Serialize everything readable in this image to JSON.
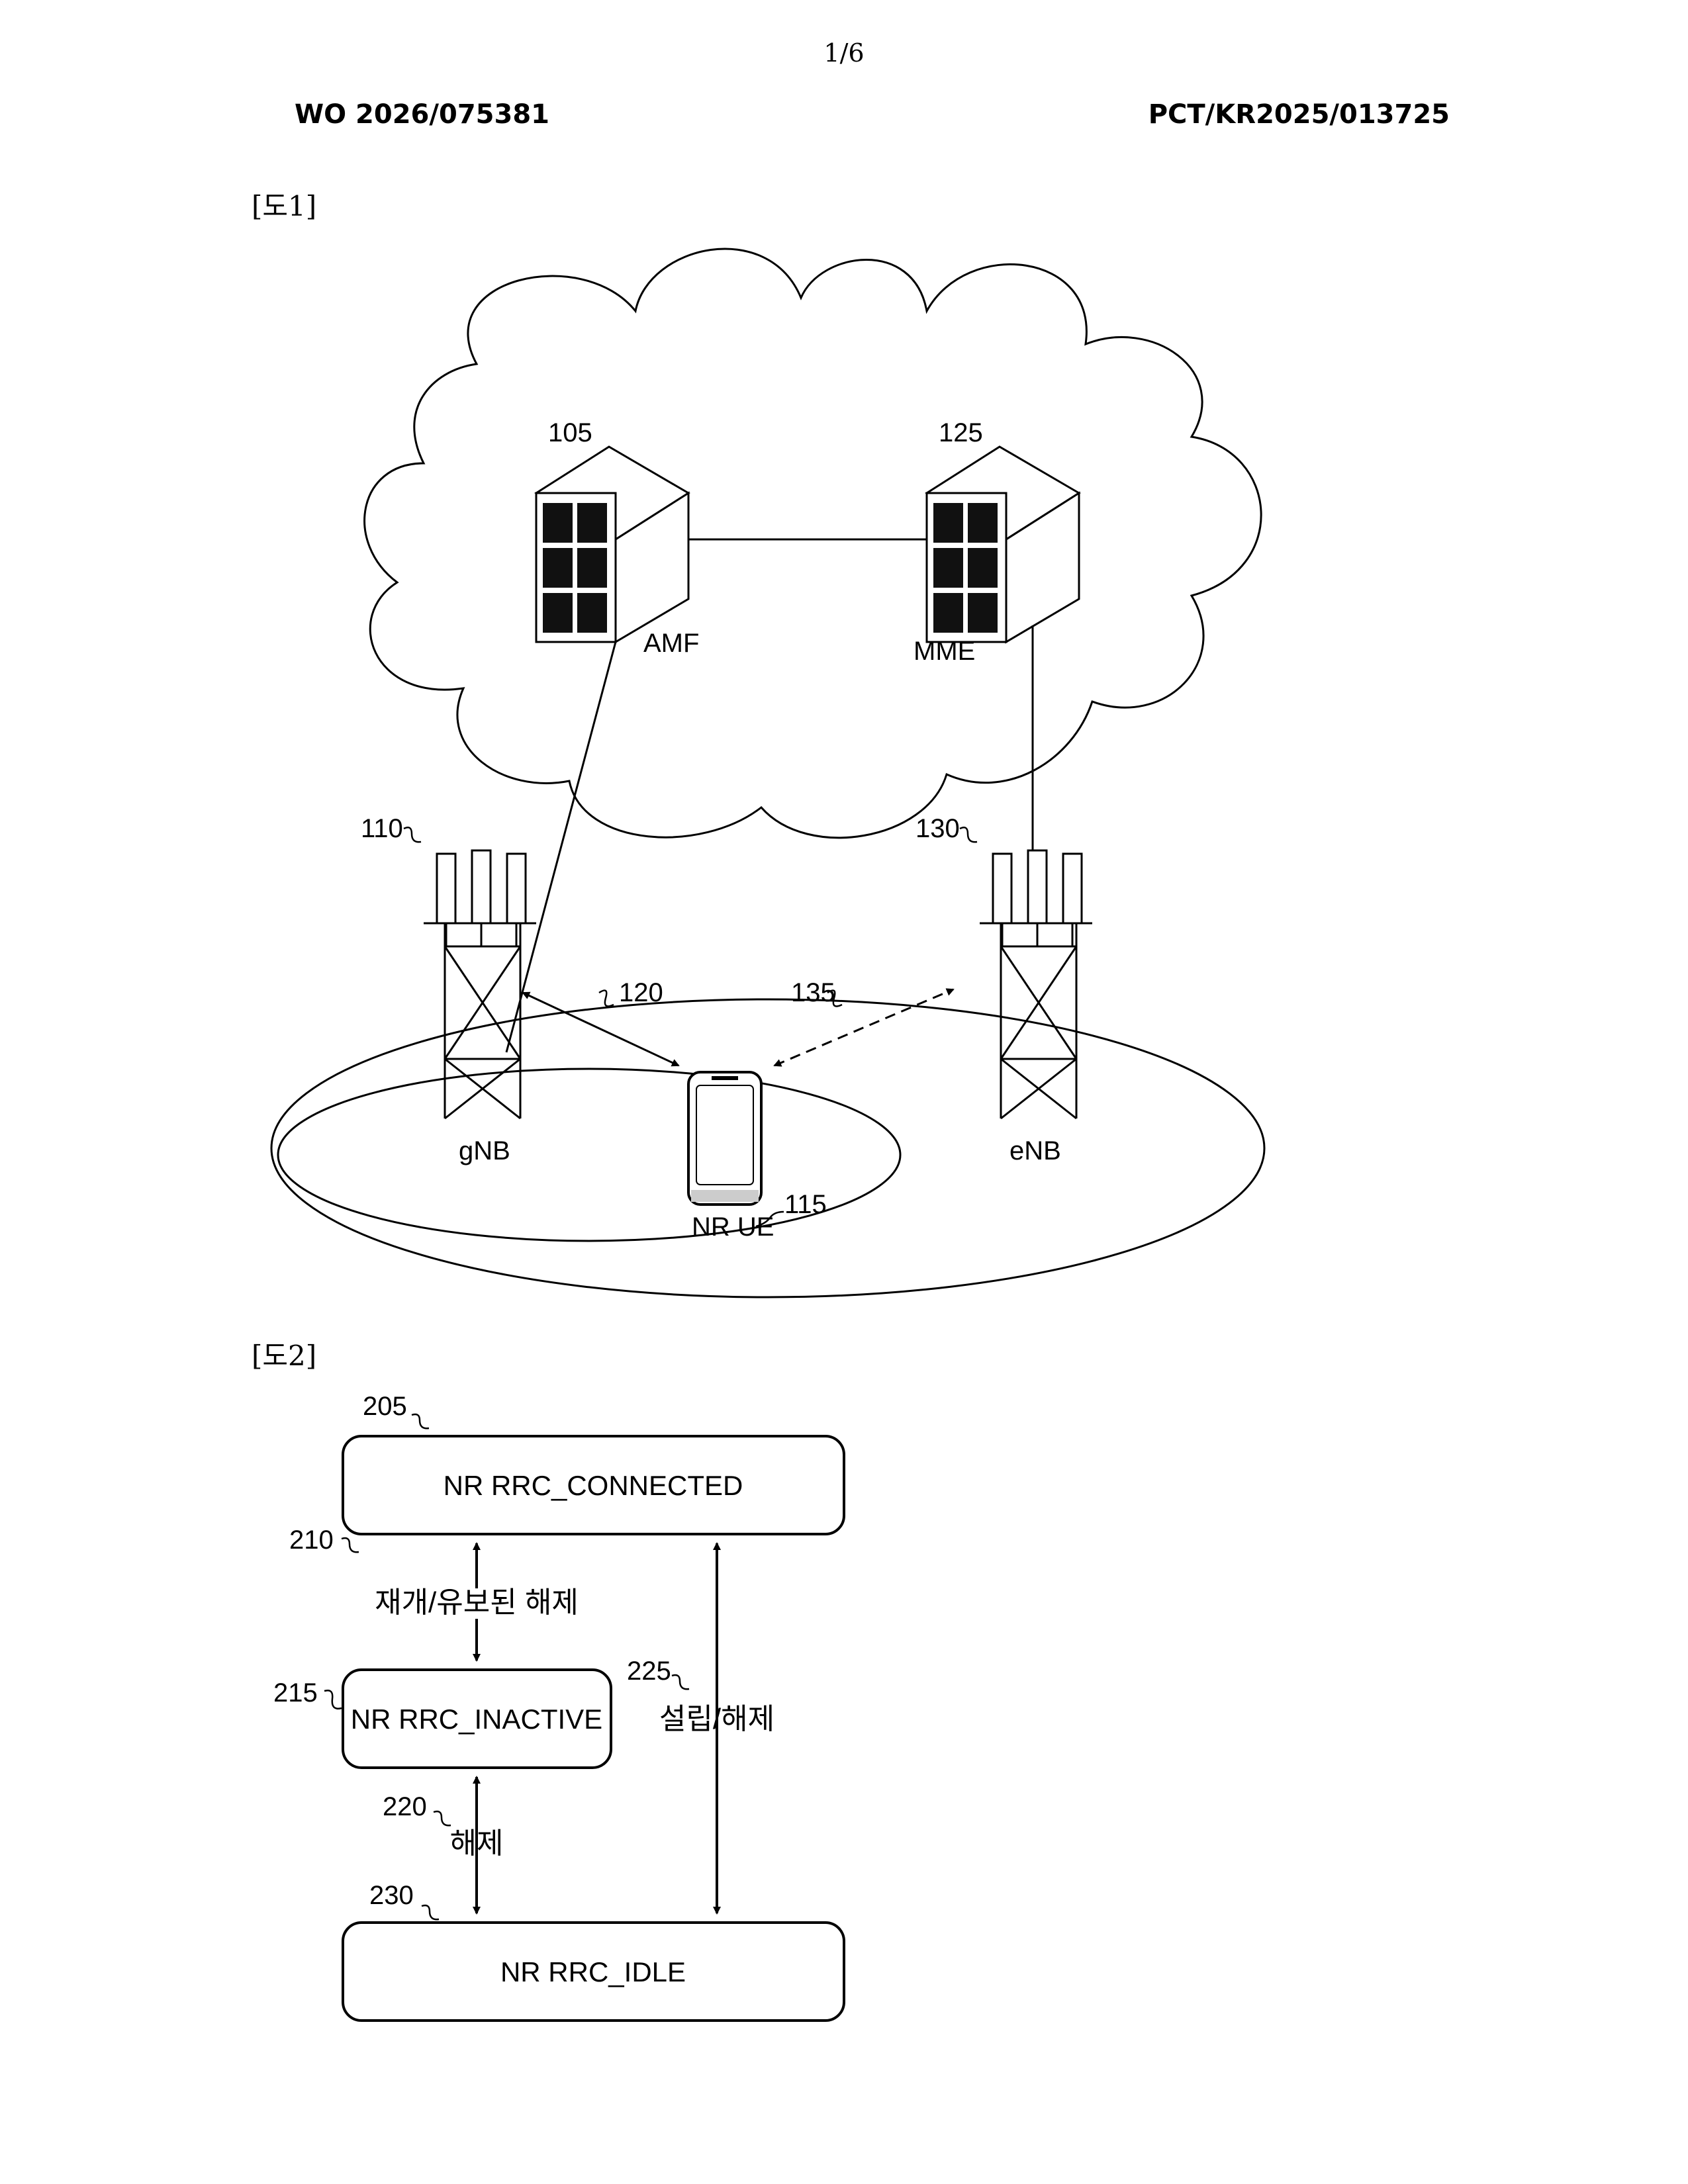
{
  "page": {
    "number": "1/6"
  },
  "header": {
    "publication_number": "WO 2026/075381",
    "application_number": "PCT/KR2025/013725"
  },
  "figure1": {
    "label": "[도1]",
    "refs": {
      "amf": "105",
      "gnb": "110",
      "ue": "115",
      "link_nr": "120",
      "mme": "125",
      "enb": "130",
      "link_lte": "135"
    },
    "nodes": {
      "amf": "AMF",
      "mme": "MME",
      "gnb": "gNB",
      "enb": "eNB",
      "ue": "NR UE"
    }
  },
  "figure2": {
    "label": "[도2]",
    "refs": {
      "connected": "205",
      "resume_release": "210",
      "inactive": "215",
      "release": "220",
      "setup_release": "225",
      "idle": "230"
    },
    "states": {
      "connected": "NR RRC_CONNECTED",
      "inactive": "NR RRC_INACTIVE",
      "idle": "NR RRC_IDLE"
    },
    "transitions": {
      "resume_release": "재개/유보된 해제",
      "release": "해제",
      "setup_release": "설립/해제"
    }
  }
}
